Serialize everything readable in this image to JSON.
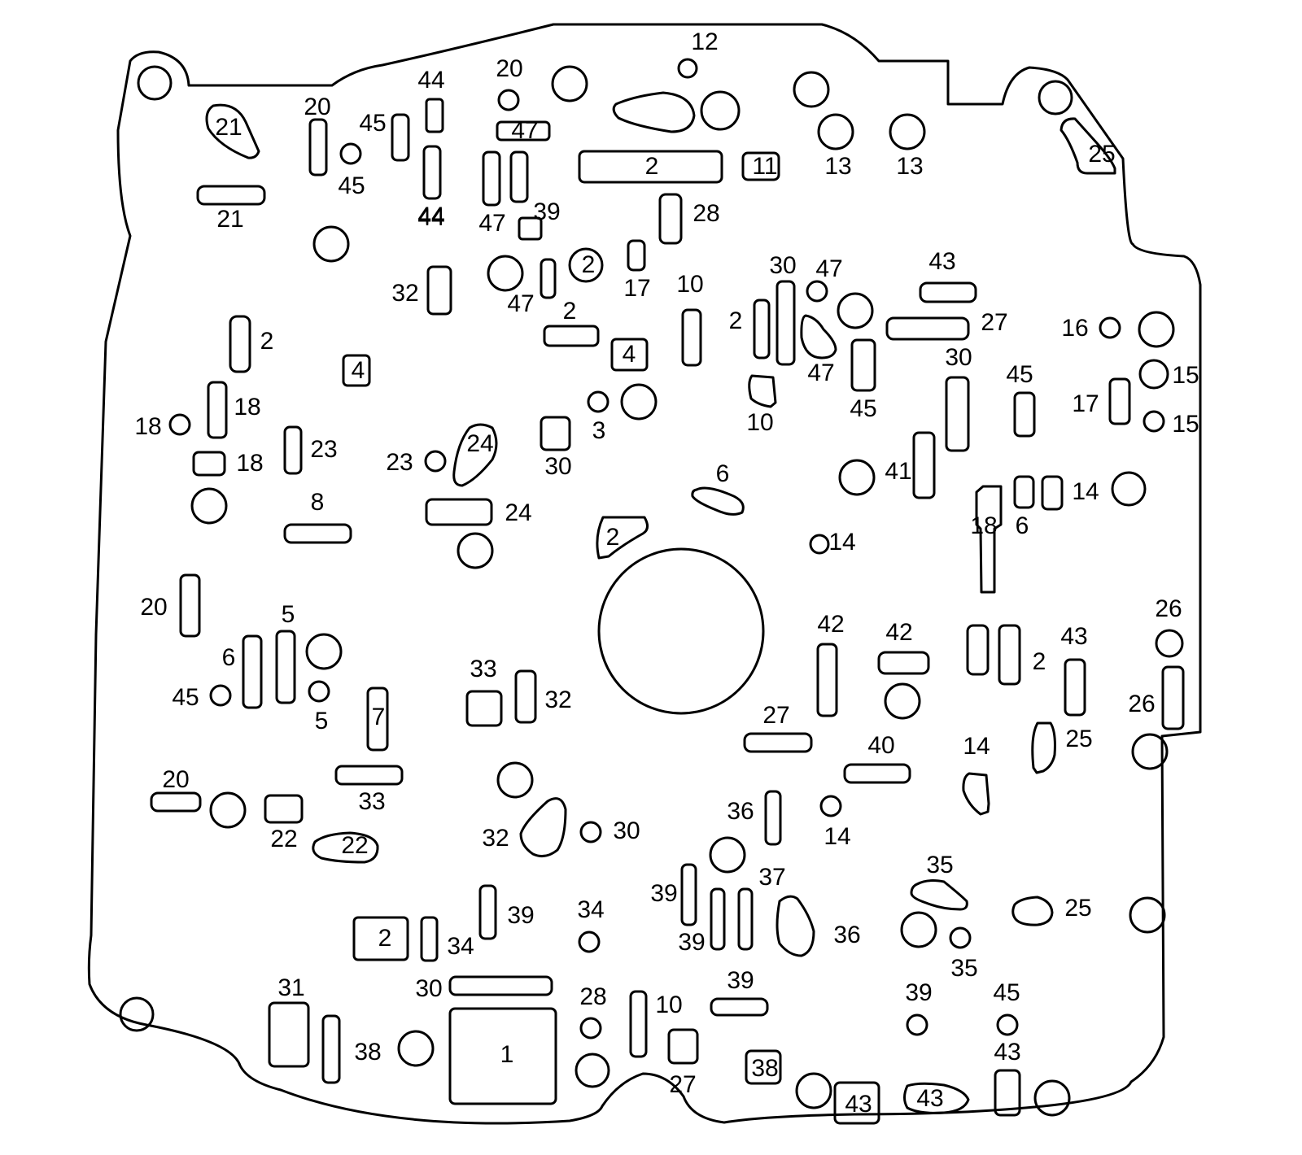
{
  "diagram": {
    "labels": [
      "12",
      "20",
      "44",
      "45",
      "20",
      "21",
      "44",
      "47",
      "2",
      "11",
      "13",
      "13",
      "25",
      "45",
      "21",
      "44",
      "47",
      "39",
      "28",
      "2",
      "17",
      "32",
      "47",
      "10",
      "30",
      "47",
      "43",
      "2",
      "2",
      "27",
      "16",
      "2",
      "4",
      "4",
      "47",
      "45",
      "30",
      "45",
      "18",
      "18",
      "3",
      "10",
      "17",
      "15",
      "15",
      "23",
      "24",
      "23",
      "30",
      "18",
      "6",
      "41",
      "14",
      "8",
      "24",
      "2",
      "18",
      "6",
      "14",
      "20",
      "42",
      "42",
      "5",
      "2",
      "43",
      "26",
      "6",
      "45",
      "5",
      "33",
      "32",
      "26",
      "27",
      "7",
      "25",
      "40",
      "14",
      "33",
      "20",
      "36",
      "14",
      "22",
      "22",
      "32",
      "30",
      "35",
      "39",
      "37",
      "39",
      "34",
      "25",
      "2",
      "34",
      "39",
      "36",
      "35",
      "31",
      "30",
      "28",
      "10",
      "39",
      "39",
      "45",
      "38",
      "1",
      "43",
      "27",
      "38",
      "43",
      "43"
    ]
  }
}
